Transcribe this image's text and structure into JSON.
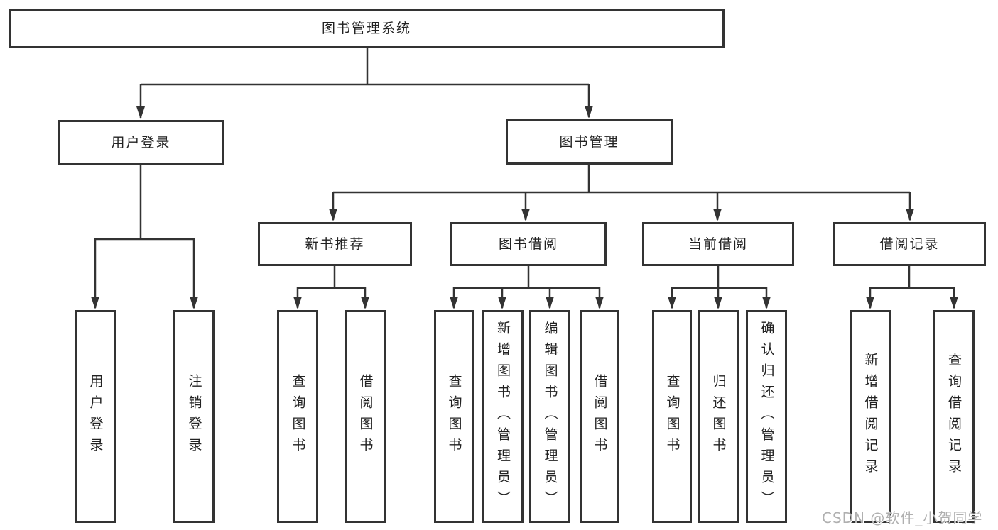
{
  "diagram": {
    "root": {
      "label": "图书管理系统"
    },
    "branches": [
      {
        "label": "用户登录",
        "children": [
          {
            "label": "用户登录"
          },
          {
            "label": "注销登录"
          }
        ]
      },
      {
        "label": "图书管理",
        "children": [
          {
            "label": "新书推荐",
            "children": [
              {
                "label": "查询图书"
              },
              {
                "label": "借阅图书"
              }
            ]
          },
          {
            "label": "图书借阅",
            "children": [
              {
                "label": "查询图书"
              },
              {
                "label": "新增图书（管理员）"
              },
              {
                "label": "编辑图书（管理员）"
              },
              {
                "label": "借阅图书"
              }
            ]
          },
          {
            "label": "当前借阅",
            "children": [
              {
                "label": "查询图书"
              },
              {
                "label": "归还图书"
              },
              {
                "label": "确认归还（管理员）"
              }
            ]
          },
          {
            "label": "借阅记录",
            "children": [
              {
                "label": "新增借阅记录"
              },
              {
                "label": "查询借阅记录"
              }
            ]
          }
        ]
      }
    ]
  },
  "watermark": {
    "text": "CSDN @软件_小贺同学"
  },
  "colors": {
    "line": "#333333",
    "box_border": "#333333",
    "text": "#222222",
    "watermark": "#b0b0b0",
    "background": "#ffffff"
  }
}
